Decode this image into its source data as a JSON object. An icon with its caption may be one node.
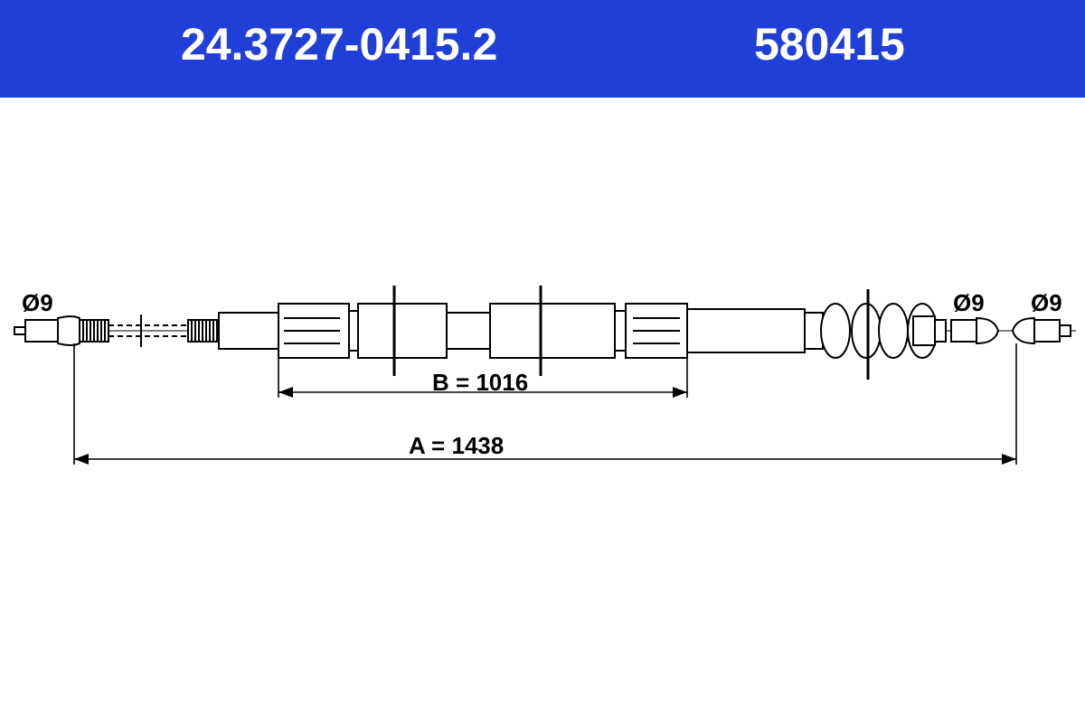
{
  "diagram": {
    "labels": [
      "24.3727-0415.2",
      "580415",
      "Ø9",
      "Ø9",
      "Ø9",
      "B = 1016",
      "A = 1438"
    ]
  }
}
